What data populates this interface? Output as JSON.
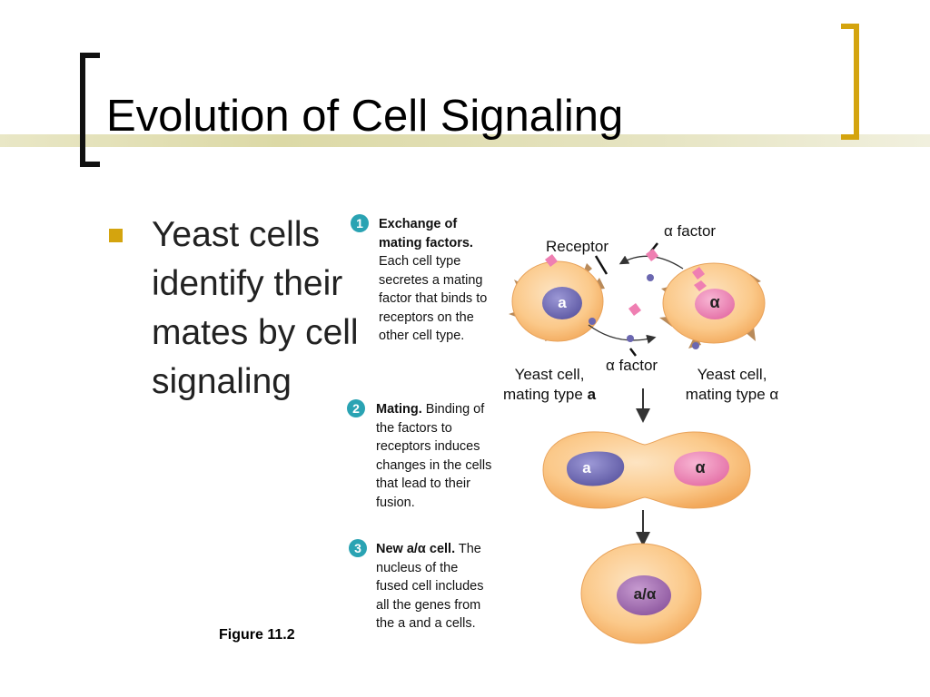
{
  "slide": {
    "title": "Evolution of Cell Signaling",
    "bullet": "Yeast cells identify their mates by cell signaling",
    "caption": "Figure 11.2"
  },
  "steps": [
    {
      "number": "1",
      "heading": "Exchange of mating factors.",
      "body": "Each cell type secretes a mating factor that binds to receptors on the other cell type."
    },
    {
      "number": "2",
      "heading": "Mating.",
      "body": "Binding of the factors to receptors induces changes in the cells that lead to their fusion."
    },
    {
      "number": "3",
      "heading": "New a/α cell.",
      "body": "The nucleus of the fused cell includes all the genes from the a and a cells."
    }
  ],
  "diagram": {
    "alpha_factor_top": "α factor",
    "receptor": "Receptor",
    "alpha_factor_bottom": "α factor",
    "cell_a_line1": "Yeast cell,",
    "cell_a_line2_prefix": "mating type ",
    "cell_a_type": "a",
    "cell_alpha_line1": "Yeast cell,",
    "cell_alpha_line2": "mating type α",
    "nucleus_a": "a",
    "nucleus_alpha": "α",
    "nucleus_fused": "a/α"
  },
  "colors": {
    "accent_gold": "#d4a40e",
    "step_circle": "#2aa3b3",
    "cell_fill": "#fbc98a",
    "nucleus_a": "#7a75b8",
    "nucleus_alpha": "#ee88b8",
    "nucleus_fused": "#a56fb0"
  }
}
